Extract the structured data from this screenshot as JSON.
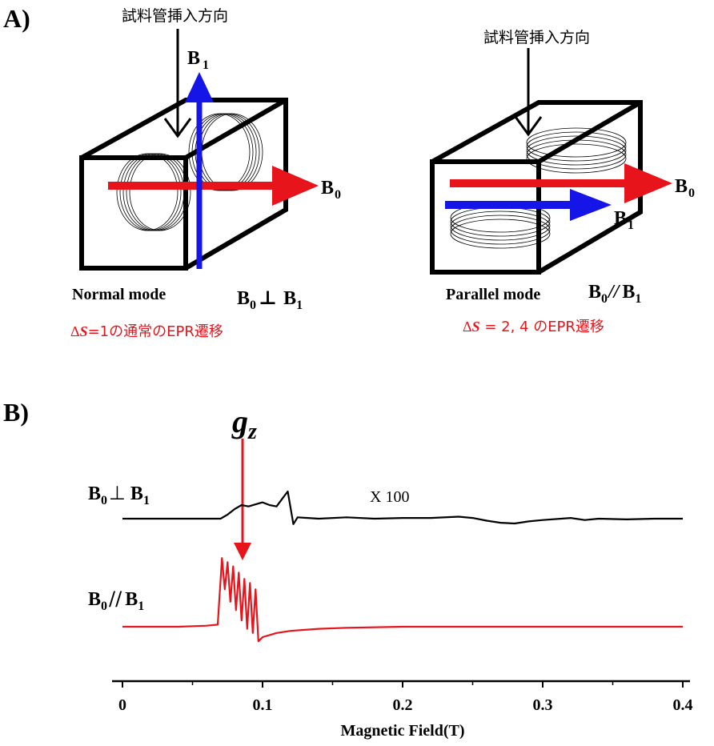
{
  "panel_a": {
    "label": "A)",
    "left": {
      "insertion_label": "試料管挿入方向",
      "b1_label": "B",
      "b1_sub": "1",
      "b0_label": "B",
      "b0_sub": "0",
      "mode_label": "Normal  mode",
      "relation": {
        "lhs": "B",
        "lhs_sub": "0",
        "symbol": "⊥",
        "rhs": "B",
        "rhs_sub": "1"
      },
      "transition_prefix": "Δ",
      "transition_s": "S",
      "transition_rest": "=1の通常のEPR遷移"
    },
    "right": {
      "insertion_label": "試料管挿入方向",
      "b0_label": "B",
      "b0_sub": "0",
      "b1_label": "B",
      "b1_sub": "1",
      "mode_label": "Parallel  mode",
      "relation": {
        "lhs": "B",
        "lhs_sub": "0",
        "symbol": "//",
        "rhs": "B",
        "rhs_sub": "1"
      },
      "transition_prefix": "Δ",
      "transition_s": "S",
      "transition_rest": " = 2, 4 のEPR遷移"
    }
  },
  "panel_b": {
    "label": "B)",
    "gz_label": "g",
    "gz_sub": "z",
    "multiplier": "X 100",
    "trace_perp": {
      "lhs": "B",
      "lhs_sub": "0",
      "symbol": "⊥",
      "rhs": "B",
      "rhs_sub": "1"
    },
    "trace_par": {
      "lhs": "B",
      "lhs_sub": "0",
      "symbol": "//",
      "rhs": "B",
      "rhs_sub": "1"
    },
    "colors": {
      "perp": "#000000",
      "par": "#e8141b",
      "arrow": "#e8141b"
    }
  },
  "chart_data": {
    "type": "line",
    "xlabel": "Magnetic Field(T)",
    "ylabel": "",
    "xlim": [
      0,
      0.4
    ],
    "x_ticks": [
      0,
      0.1,
      0.2,
      0.3,
      0.4
    ],
    "tick_labels": [
      "0",
      "0.1",
      "0.2",
      "0.3",
      "0.4"
    ],
    "annotations": [
      "g_z at ~0.086 T",
      "X 100"
    ],
    "series": [
      {
        "name": "B0 ⊥ B1",
        "color": "#000000",
        "points": [
          [
            0.0,
            0.0
          ],
          [
            0.02,
            0.0
          ],
          [
            0.04,
            0.0
          ],
          [
            0.06,
            0.0
          ],
          [
            0.07,
            0.0
          ],
          [
            0.075,
            0.3
          ],
          [
            0.08,
            0.7
          ],
          [
            0.085,
            1.0
          ],
          [
            0.09,
            0.9
          ],
          [
            0.095,
            1.05
          ],
          [
            0.1,
            1.2
          ],
          [
            0.105,
            1.0
          ],
          [
            0.11,
            0.9
          ],
          [
            0.115,
            1.6
          ],
          [
            0.118,
            2.0
          ],
          [
            0.12,
            0.8
          ],
          [
            0.122,
            -0.4
          ],
          [
            0.125,
            0.1
          ],
          [
            0.14,
            0.0
          ],
          [
            0.16,
            0.1
          ],
          [
            0.18,
            0.0
          ],
          [
            0.2,
            0.05
          ],
          [
            0.22,
            0.05
          ],
          [
            0.24,
            0.15
          ],
          [
            0.25,
            0.05
          ],
          [
            0.26,
            -0.15
          ],
          [
            0.27,
            -0.3
          ],
          [
            0.28,
            -0.35
          ],
          [
            0.29,
            -0.2
          ],
          [
            0.3,
            -0.1
          ],
          [
            0.32,
            0.05
          ],
          [
            0.33,
            -0.1
          ],
          [
            0.34,
            0.0
          ],
          [
            0.36,
            -0.05
          ],
          [
            0.38,
            0.0
          ],
          [
            0.4,
            0.0
          ]
        ]
      },
      {
        "name": "B0 // B1",
        "color": "#e8141b",
        "points": [
          [
            0.0,
            0.0
          ],
          [
            0.02,
            0.0
          ],
          [
            0.04,
            0.0
          ],
          [
            0.06,
            0.05
          ],
          [
            0.068,
            0.1
          ],
          [
            0.071,
            3.3
          ],
          [
            0.073,
            1.8
          ],
          [
            0.075,
            3.1
          ],
          [
            0.077,
            1.2
          ],
          [
            0.079,
            2.9
          ],
          [
            0.081,
            0.8
          ],
          [
            0.083,
            2.6
          ],
          [
            0.085,
            0.3
          ],
          [
            0.087,
            2.3
          ],
          [
            0.089,
            -0.1
          ],
          [
            0.091,
            2.1
          ],
          [
            0.093,
            -0.3
          ],
          [
            0.095,
            1.8
          ],
          [
            0.097,
            -0.7
          ],
          [
            0.1,
            -0.5
          ],
          [
            0.11,
            -0.3
          ],
          [
            0.12,
            -0.2
          ],
          [
            0.14,
            -0.1
          ],
          [
            0.16,
            -0.05
          ],
          [
            0.2,
            0.0
          ],
          [
            0.25,
            0.0
          ],
          [
            0.3,
            0.0
          ],
          [
            0.35,
            0.0
          ],
          [
            0.4,
            0.0
          ]
        ]
      }
    ]
  }
}
